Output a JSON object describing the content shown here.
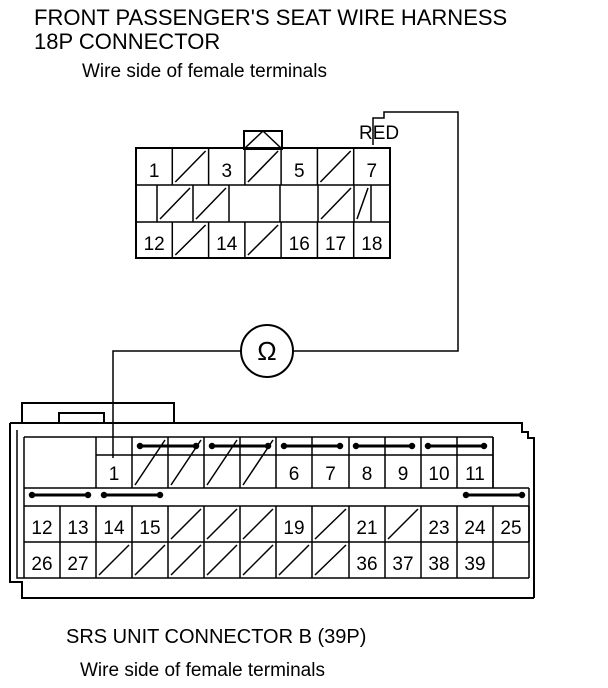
{
  "top_connector": {
    "title_line1": "FRONT PASSENGER'S SEAT WIRE HARNESS",
    "title_line2": "18P CONNECTOR",
    "subtitle": "Wire side of female terminals",
    "wire_color": "RED",
    "rows": [
      [
        "1",
        "/",
        "3",
        "/",
        "5",
        "/",
        "7"
      ],
      [
        "",
        "/",
        "/",
        "",
        "",
        "/",
        "/",
        ""
      ],
      [
        "12",
        "/",
        "14",
        "/",
        "16",
        "17",
        "18"
      ]
    ]
  },
  "meter_symbol": "Ω",
  "bottom_connector": {
    "title": "SRS UNIT CONNECTOR B (39P)",
    "subtitle": "Wire side of female terminals",
    "rows": [
      [
        "",
        "1",
        "/",
        "/",
        "/",
        "/",
        "6",
        "7",
        "8",
        "9",
        "10",
        "11"
      ],
      [
        "12",
        "13",
        "14",
        "15",
        "/",
        "/",
        "/",
        "19",
        "/",
        "21",
        "/",
        "23",
        "24",
        "25"
      ],
      [
        "26",
        "27",
        "/",
        "/",
        "/",
        "/",
        "/",
        "/",
        "/",
        "36",
        "37",
        "38",
        "39"
      ]
    ]
  }
}
